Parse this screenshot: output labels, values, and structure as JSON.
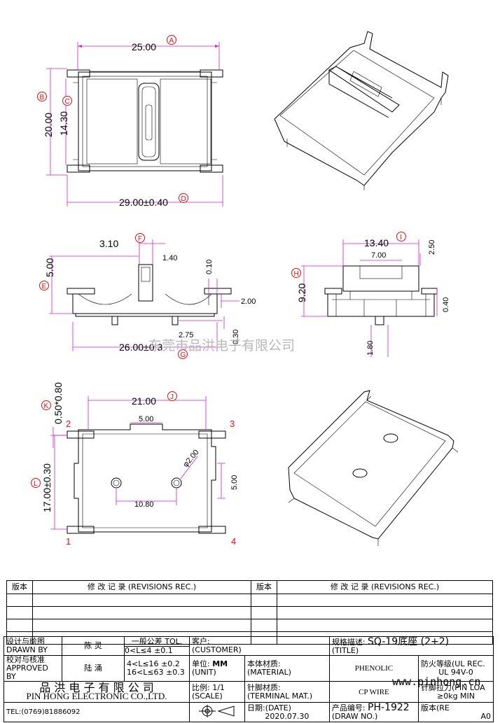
{
  "dimensions": {
    "top_view": {
      "width_a": "25.00",
      "width_d": "29.00±0.40",
      "height_b": "20.00",
      "height_c": "14.30"
    },
    "side_view": {
      "f_total": "3.10",
      "f_inner": "1.40",
      "e_height": "5.00",
      "pin_thk": "0.10",
      "pin_len": "2.00",
      "stand_off": "0.30",
      "pin_pitch": "2.75",
      "length_g": "26.00±0.3"
    },
    "end_view": {
      "width_i": "13.40",
      "inner": "7.00",
      "top_step": "2.50",
      "height_h": "9.20",
      "pin_ext": "0.40",
      "pin_h": "1.80"
    },
    "bottom_view": {
      "j_span": "21.00",
      "slot": "5.00",
      "pin_k": "0.50*0.80",
      "l_span": "17.00±0.30",
      "hole_dia": "φ2.00",
      "hole_pitch": "10.80",
      "side_slot": "5.00"
    }
  },
  "bubbles": [
    "A",
    "B",
    "C",
    "D",
    "E",
    "F",
    "G",
    "H",
    "I",
    "J",
    "K",
    "L"
  ],
  "pin_numbers": [
    "1",
    "2",
    "3",
    "4"
  ],
  "watermark": "东莞市品洪电子有限公司",
  "watermark2": "www.pinhong.cn",
  "revisions": {
    "col_version": "版本",
    "col_rec": "修 改 记 录 (REVISIONS REC.)",
    "col_version2": "版本",
    "col_rec2": "修 改 记 录 (REVISIONS REC.)"
  },
  "title_block": {
    "drawn_by_label": "设计与绘图",
    "drawn_by_label_en": "DRAWN BY",
    "drawn_by": "陈 灵",
    "approved_label": "校对与核准",
    "approved_label_en": "APPROVED BY",
    "approved_by": "陆 涌",
    "tol_title": "一般公差 TOL.",
    "tol1_range": "0<L≤4",
    "tol1": "±0.1",
    "tol2_range": "4<L≤16",
    "tol2": "±0.2",
    "tol3_range": "16<L≤63",
    "tol3": "±0.3",
    "customer_label": "客户:",
    "customer_label_en": "(CUSTOMER)",
    "unit_label": "单位:",
    "unit_label_en": "(UNIT)",
    "unit": "MM",
    "scale_label": "比例:",
    "scale_label_en": "(SCALE)",
    "scale": "1/1",
    "spec_label": "规格描述:",
    "spec_label_en": "(TITLE)",
    "title": "SQ-19底座 (2+2)",
    "material_label": "本体材质:",
    "material_label_en": "(MATERIAL)",
    "material": "PHENOLIC",
    "terminal_label": "针脚材质:",
    "terminal_label_en": "(TERMINAL MAT.)",
    "terminal": "CP WIRE",
    "date_label": "日期:(DATE)",
    "date": "2020.07.30",
    "drawing_no_label": "产品编号:",
    "drawing_no_label_en": "(DRAW NO.)",
    "drawing_no": "PH-1922",
    "fire_label": "防火等级(UL REC.",
    "fire": "UL 94V-0",
    "pull_label": "针脚拉力(PIN LOA",
    "pull": "≥0kg MIN",
    "rev_label": "版本(RE",
    "rev": "A0",
    "company_cn": "品 洪 电 子 有 限 公 司",
    "company_en": "PIN HONG ELECTRONIC CO.,LTD.",
    "tel": "TEL:(0769)81886092"
  }
}
